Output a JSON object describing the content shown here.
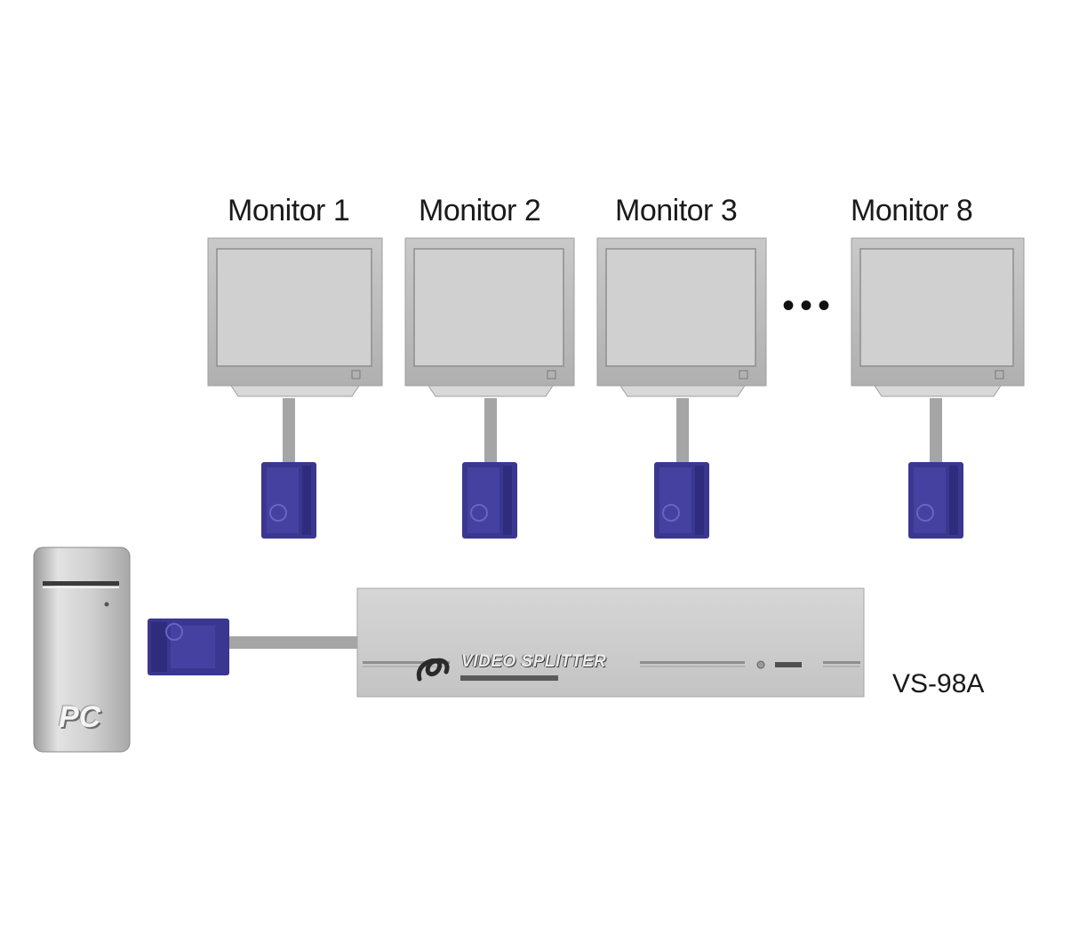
{
  "monitors": [
    {
      "label": "Monitor 1"
    },
    {
      "label": "Monitor 2"
    },
    {
      "label": "Monitor 3"
    },
    {
      "label": "Monitor 8"
    }
  ],
  "ellipsis": "•••",
  "pc_label": "PC",
  "splitter": {
    "brand_text": "VIDEO SPLITTER",
    "model": "VS-98A"
  },
  "colors": {
    "connector": "#3a3791",
    "monitor_body": "#b8b8b8",
    "device_body": "#cfcfcf"
  }
}
